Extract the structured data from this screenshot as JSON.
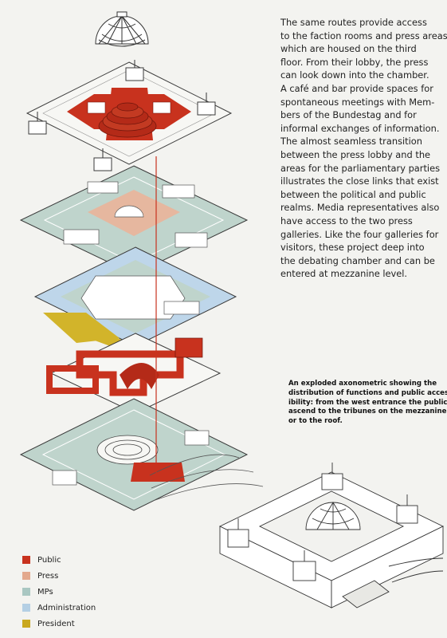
{
  "body_text": {
    "lines": [
      "The same routes provide access",
      "to the faction rooms and press areas",
      "which are housed on the third",
      "floor. From their lobby, the press",
      "can look down into the chamber.",
      "A café and bar provide spaces for",
      "spontaneous meetings with Mem-",
      "bers of the Bundestag and for",
      "informal exchanges of information.",
      "The almost seamless transition",
      "between the press lobby and the",
      "areas for the parliamentary parties",
      "illustrates the close links that exist",
      "between the political and public",
      "realms. Media representatives also",
      "have access to the two press",
      "galleries. Like the four galleries for",
      "visitors, these project deep into",
      "the debating chamber and can be",
      "entered at mezzanine level."
    ]
  },
  "caption": {
    "lines": [
      "An exploded axonometric showing the",
      "distribution of functions and public access-",
      "ibility: from the west entrance the public",
      "ascend to the tribunes on the mezzanine",
      "or to the roof."
    ]
  },
  "legend": {
    "items": [
      {
        "label": "Public",
        "color": "#c8321e"
      },
      {
        "label": "Press",
        "color": "#e3a98e"
      },
      {
        "label": "MPs",
        "color": "#a9c7c2"
      },
      {
        "label": "Administration",
        "color": "#b4cfe4"
      },
      {
        "label": "President",
        "color": "#c9a81e"
      }
    ]
  },
  "colors": {
    "public": "#c8321e",
    "press": "#e6b79f",
    "mps": "#bfd4cc",
    "administration": "#bed6ea",
    "president": "#d2b42a",
    "outline": "#3a3a3a",
    "floor": "#f7f7f4"
  }
}
